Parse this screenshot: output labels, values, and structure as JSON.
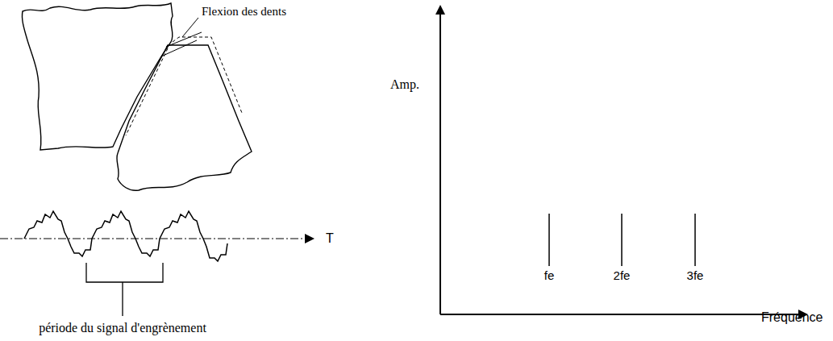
{
  "diagram": {
    "labels": [
      "Flexion des dents",
      "T",
      "période du signal d'engrènement",
      "Amp.",
      "fe",
      "2fe",
      "3fe",
      "Fréquence"
    ]
  }
}
